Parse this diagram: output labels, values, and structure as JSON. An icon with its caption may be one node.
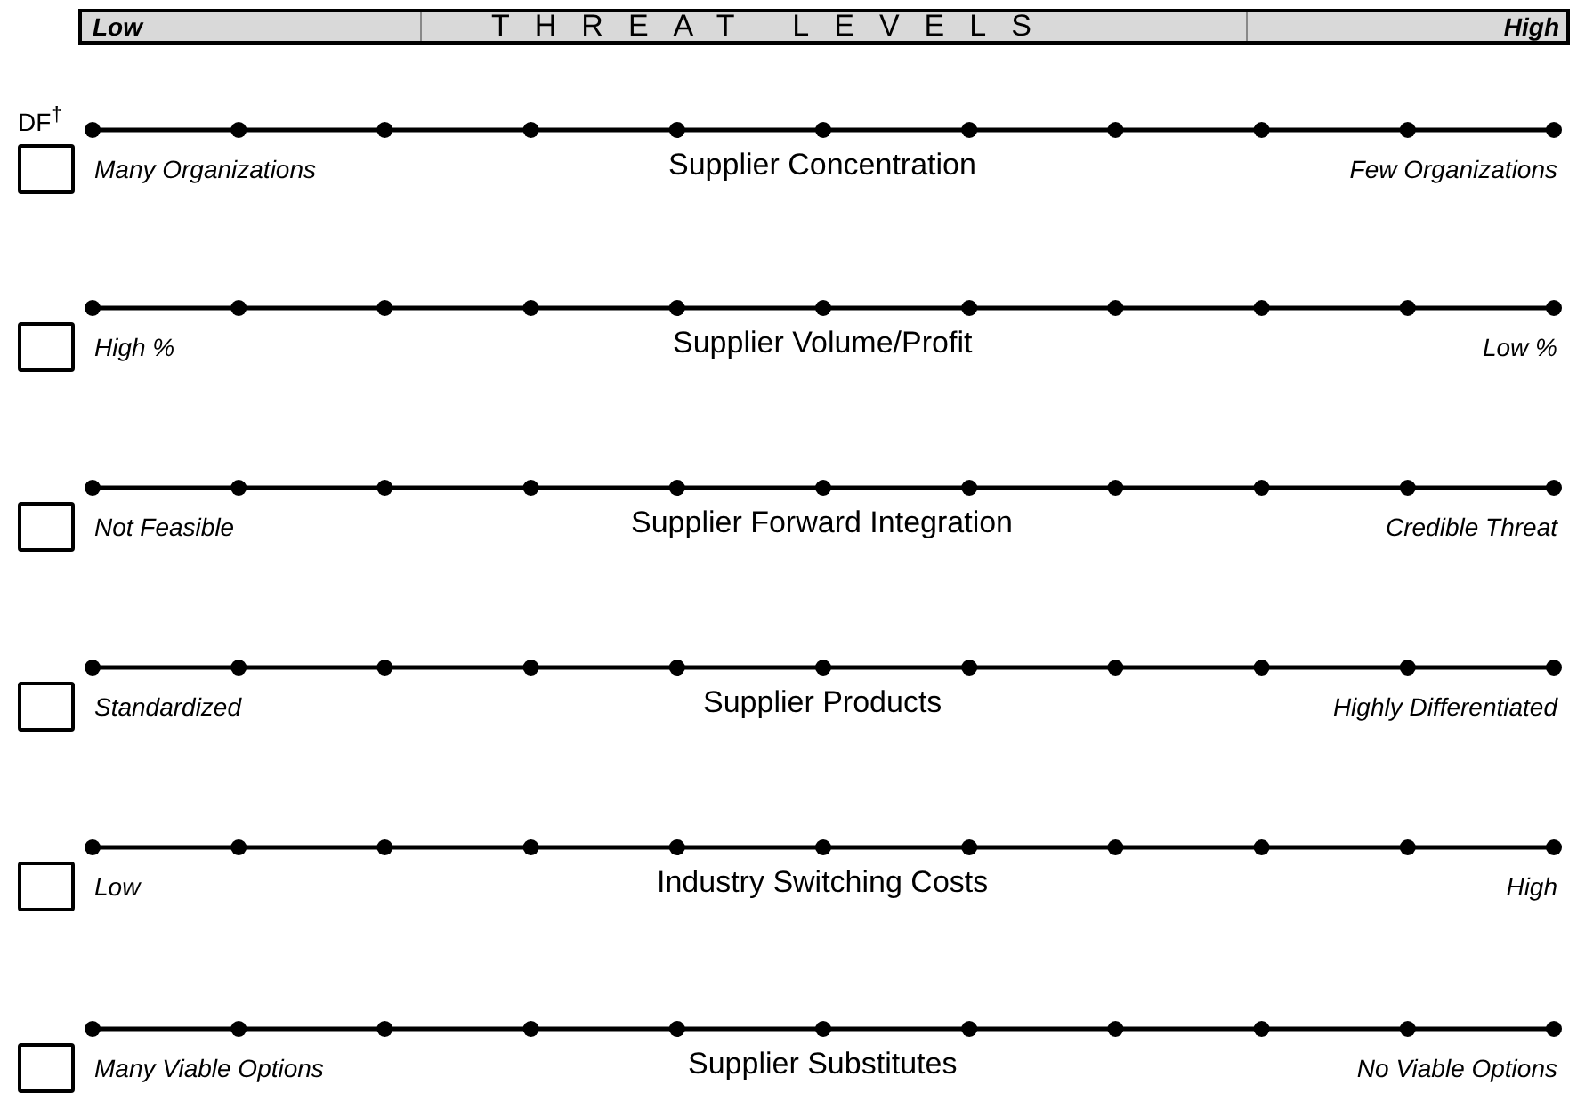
{
  "diagram": {
    "labels": [
      "Low",
      "THREAT LEVELS",
      "High",
      "DF$^{†}$",
      "Many Organizations",
      "Supplier Concentration",
      "Few Organizations",
      "High %",
      "Supplier Volume/Profit",
      "Low %",
      "Not Feasible",
      "Supplier Forward Integration",
      "Credible Threat",
      "Standardized",
      "Supplier Products",
      "Highly Differentiated",
      "Low",
      "Industry Switching Costs",
      "High",
      "Many Viable Options",
      "Supplier Substitutes",
      "No Viable Options"
    ]
  }
}
